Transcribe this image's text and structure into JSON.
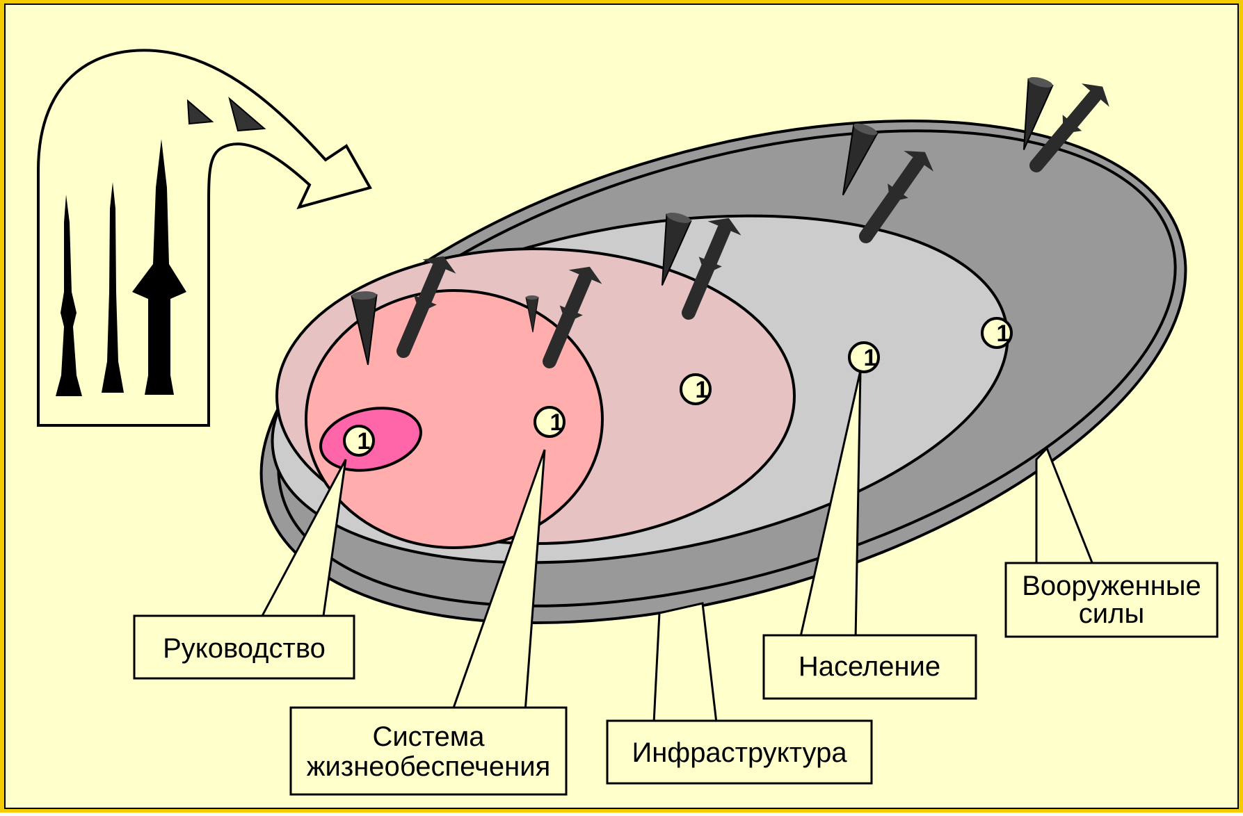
{
  "colors": {
    "background": "#ffffcc",
    "frame_outer": "#f2cc00",
    "label_box": "#ffffcc",
    "ring_armed_forces": "#999999",
    "ring_population": "#cccccc",
    "ring_infrastructure": "#e6c2c2",
    "ring_life_support": "#ffadad",
    "core_leadership": "#ff66aa",
    "weapon": "#2b2b2b",
    "marker_fill": "#ffffcc"
  },
  "marker_text": "1",
  "labels": {
    "leadership": "Руководство",
    "life_support": [
      "Система",
      "жизнеобеспечения"
    ],
    "infrastructure": "Инфраструктура",
    "population": "Население",
    "armed_forces": [
      "Вооруженные",
      "силы"
    ]
  },
  "icons": {
    "arrow": "curved-arrow-icon",
    "missiles": "missile-silhouette-icon",
    "warheads": "warhead-icon",
    "cruise_missiles": "cruise-missile-icon"
  }
}
